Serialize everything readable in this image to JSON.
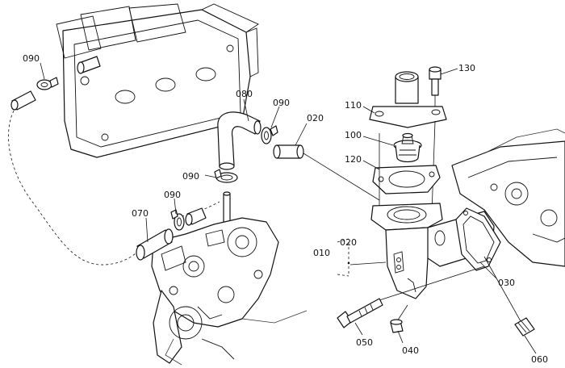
{
  "diagram": {
    "callouts": {
      "c090a": "090",
      "c080": "080",
      "c090b": "090",
      "c020a": "020",
      "c130": "130",
      "c110": "110",
      "c100": "100",
      "c120": "120",
      "c090c": "090",
      "c090d": "090",
      "c070": "070",
      "c010": "010",
      "c020b": "020",
      "c030": "030",
      "c050": "050",
      "c040": "040",
      "c060": "060"
    }
  }
}
